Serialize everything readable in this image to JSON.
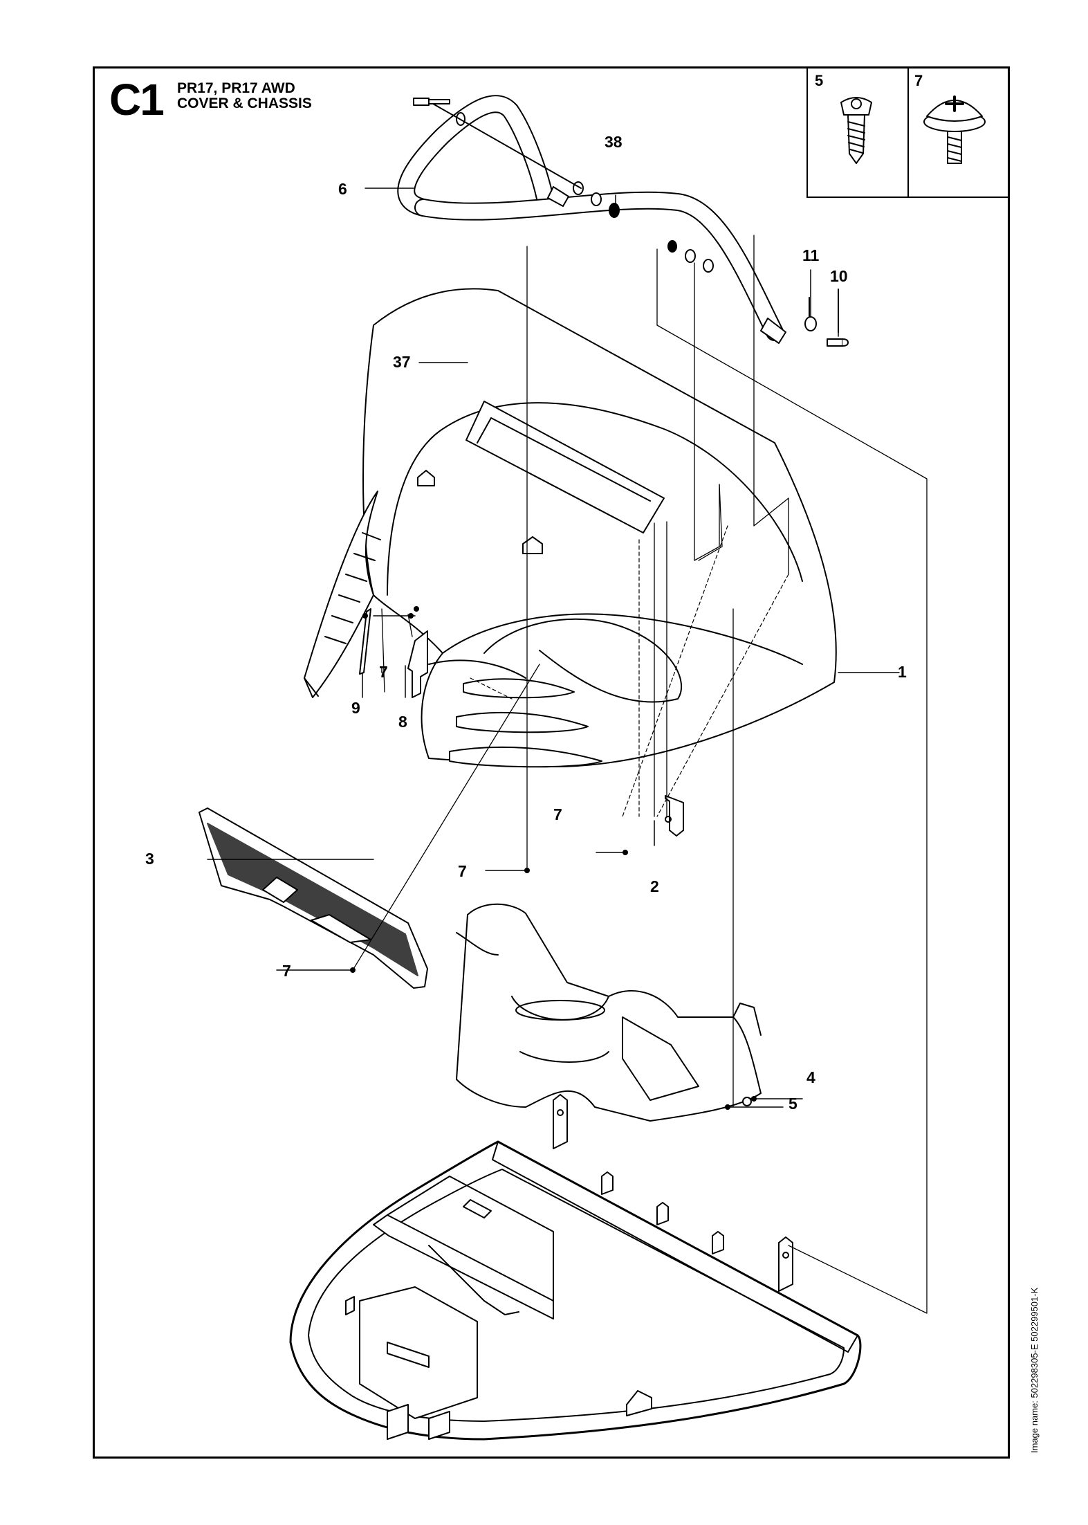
{
  "header": {
    "code": "C1",
    "models": "PR17, PR17 AWD",
    "section": "COVER & CHASSIS"
  },
  "inset": {
    "left_label": "5",
    "right_label": "7"
  },
  "image_name": "Image name: 502298305-E 502299501-K",
  "callouts": {
    "c6": "6",
    "c38": "38",
    "c11": "11",
    "c10": "10",
    "c37": "37",
    "c1": "1",
    "c7a": "7",
    "c9": "9",
    "c8": "8",
    "c7b": "7",
    "c3": "3",
    "c7c": "7",
    "c2": "2",
    "c7d": "7",
    "c4": "4",
    "c5": "5"
  }
}
